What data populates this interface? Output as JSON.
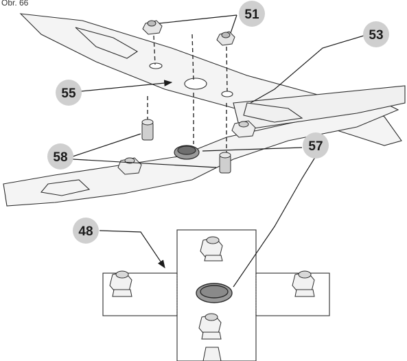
{
  "figure_label": "Obr. 66",
  "callouts": [
    {
      "id": "c51",
      "label": "51"
    },
    {
      "id": "c53",
      "label": "53"
    },
    {
      "id": "c55",
      "label": "55"
    },
    {
      "id": "c57",
      "label": "57"
    },
    {
      "id": "c58",
      "label": "58"
    },
    {
      "id": "c48",
      "label": "48"
    }
  ],
  "colors": {
    "callout_fill": "#cfcfcf",
    "line": "#2b2b2b",
    "part_fill": "#f2f2f2",
    "washer_fill": "#9a9a9a"
  }
}
